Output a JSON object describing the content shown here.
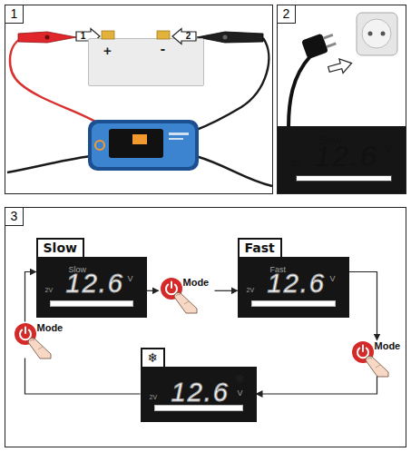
{
  "diagram": {
    "nodes": [
      {
        "text": [
          "1"
        ]
      },
      {
        "text": [
          "1"
        ],
        "in": 0
      },
      {
        "text": [
          "+",
          "-"
        ],
        "in": 0
      },
      {
        "text": [
          "2"
        ],
        "in": 0
      },
      {
        "text": [
          "2"
        ]
      },
      {
        "text": [
          "Slow",
          "2V",
          "12.6",
          "V"
        ],
        "in": 4
      },
      {
        "text": [
          "3"
        ]
      },
      {
        "text": [
          "Slow"
        ],
        "in": 6
      },
      {
        "text": [
          "Slow",
          "2V",
          "12.6",
          "V"
        ],
        "in": 7
      },
      {
        "text": [
          "Mode"
        ],
        "in": 6
      },
      {
        "text": [
          "Fast"
        ],
        "in": 6
      },
      {
        "text": [
          "Fast",
          "2V",
          "12.6",
          "V"
        ],
        "in": 10
      },
      {
        "text": [
          "Mode"
        ],
        "in": 6
      },
      {
        "text": [
          "❄"
        ],
        "in": 6
      },
      {
        "text": [
          "❄",
          "2V",
          "12.6",
          "V"
        ],
        "in": 13
      },
      {
        "text": [
          "Mode"
        ],
        "in": 6
      }
    ],
    "edges": [
      {
        "from": 7,
        "to": 9,
        "arrow": "to"
      },
      {
        "from": 9,
        "to": 10,
        "arrow": "to"
      },
      {
        "from": 10,
        "to": 12,
        "arrow": "to"
      },
      {
        "from": 12,
        "to": 13,
        "arrow": "to"
      },
      {
        "from": 13,
        "to": 15,
        "arrow": "none"
      },
      {
        "from": 15,
        "to": 7,
        "arrow": "to"
      }
    ]
  }
}
